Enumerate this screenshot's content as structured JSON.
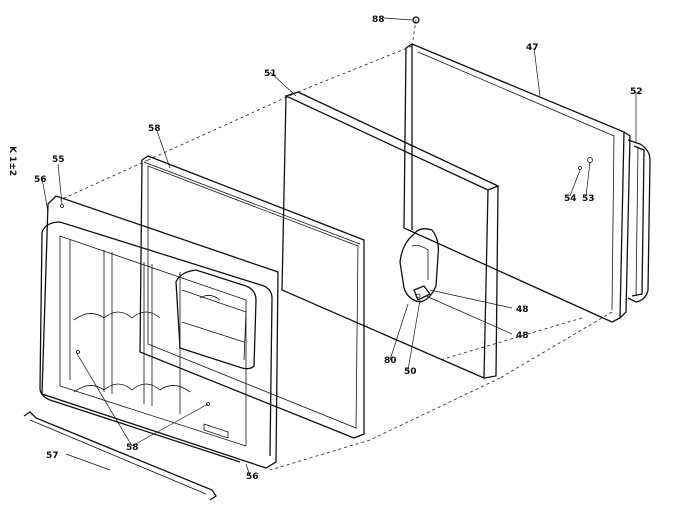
{
  "diagram": {
    "side_mark": "K\n1±2",
    "part_labels": {
      "p88": "88",
      "p47": "47",
      "p51": "51",
      "p52": "52",
      "p58_gasket": "58",
      "p55": "55",
      "p56_top": "56",
      "p54": "54",
      "p53": "53",
      "p48a": "48",
      "p48b": "48",
      "p80": "80",
      "p50": "50",
      "p58_screws": "58",
      "p57": "57",
      "p56_bottom": "56"
    }
  }
}
